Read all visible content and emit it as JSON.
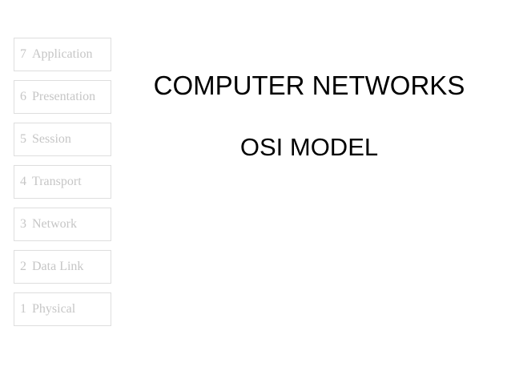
{
  "slide": {
    "background_color": "#ffffff",
    "title": "COMPUTER NETWORKS",
    "subtitle": "OSI MODEL"
  },
  "osi_stack": {
    "box_border_color": "#dedede",
    "box_text_color": "#c6c6c6",
    "layers": [
      {
        "number": "7",
        "label": "Application"
      },
      {
        "number": "6",
        "label": "Presentation"
      },
      {
        "number": "5",
        "label": "Session"
      },
      {
        "number": "4",
        "label": "Transport"
      },
      {
        "number": "3",
        "label": "Network"
      },
      {
        "number": "2",
        "label": "Data Link"
      },
      {
        "number": "1",
        "label": "Physical"
      }
    ]
  }
}
